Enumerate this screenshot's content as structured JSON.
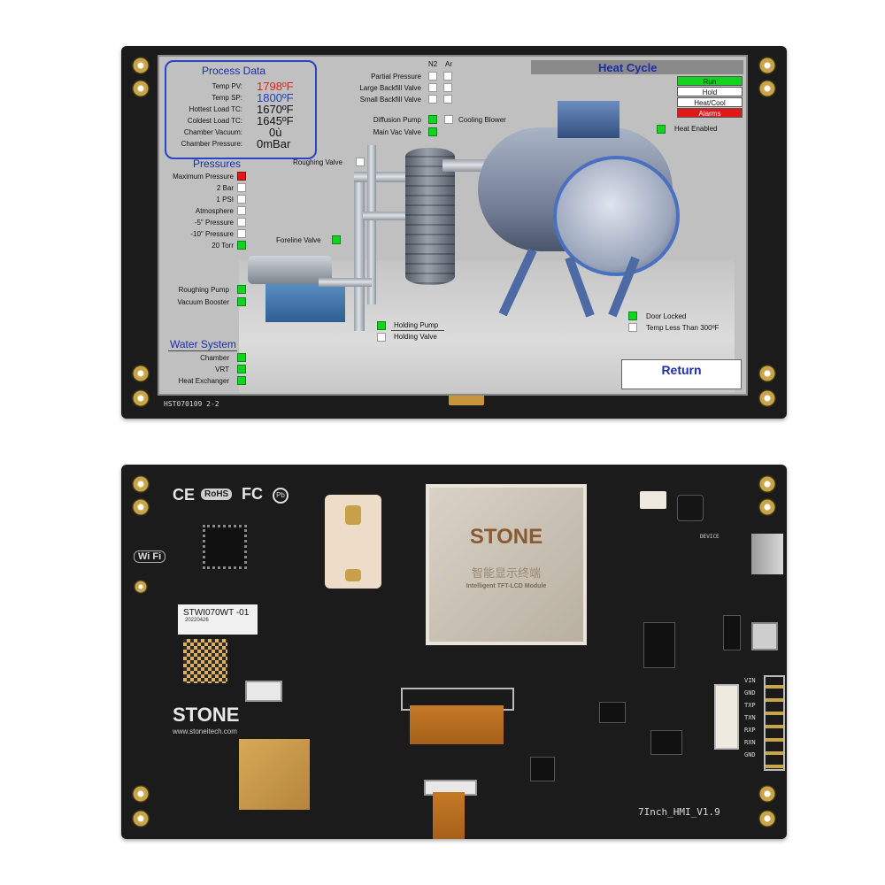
{
  "screen": {
    "process_data": {
      "title": "Process Data",
      "rows": [
        {
          "label": "Temp PV:",
          "value": "1798ºF"
        },
        {
          "label": "Temp SP:",
          "value": "1800ºF"
        },
        {
          "label": "Hottest Load TC:",
          "value": "1670ºF"
        },
        {
          "label": "Coldest Load TC:",
          "value": "1645ºF"
        },
        {
          "label": "Chamber Vacuum:",
          "value": "0ù"
        },
        {
          "label": "Chamber Pressure:",
          "value": "0mBar"
        }
      ]
    },
    "pressures": {
      "title": "Pressures",
      "items": [
        "Maximum Pressure",
        "2 Bar",
        "1 PSI",
        "Atmosphere",
        "-5\" Pressure",
        "-10\" Pressure",
        "20 Torr"
      ]
    },
    "pumps": [
      "Roughing Pump",
      "Vacuum Booster"
    ],
    "water_system": {
      "title": "Water System",
      "items": [
        "Chamber",
        "VRT",
        "Heat Exchanger"
      ]
    },
    "gas": {
      "col_n2": "N2",
      "col_ar": "Ar",
      "items": [
        "Partial Pressure",
        "Large Backfill Valve",
        "Small Backfill Valve"
      ]
    },
    "valves": {
      "diffusion_pump": "Diffusion Pump",
      "cooling_blower": "Cooling Blower",
      "main_vac_valve": "Main Vac Valve",
      "roughing_valve": "Roughing Valve",
      "foreline_valve": "Foreline Valve",
      "holding_pump": "Holding Pump",
      "holding_valve": "Holding Valve"
    },
    "heat_cycle": {
      "title": "Heat Cycle",
      "modes": [
        "Run",
        "Hold",
        "Heat/Cool",
        "Alarms"
      ],
      "heat_enabled": "Heat Enabled"
    },
    "door_locked": "Door Locked",
    "temp_less": "Temp Less Than 300ºF",
    "return_button": "Return",
    "colors": {
      "on": "#12d41e",
      "alarm": "#e01818",
      "title_blue": "#1a2ea8",
      "pv_red": "#e02020"
    }
  },
  "front_board": {
    "silkscreen": "HST070109 2-2"
  },
  "back_board": {
    "cert_marks": [
      "CE",
      "RoHS",
      "FC"
    ],
    "wifi": "Wi Fi",
    "label_model": "STWI070WT -01",
    "label_date": "20220426",
    "brand": "STONE",
    "website": "www.stoneitech.com",
    "module_brand": "STONE",
    "module_cn": "智能显示终端",
    "module_sub": "Intelligent TFT-LCD Module",
    "version": "7Inch_HMI_V1.9",
    "device": "DEVICE",
    "pins": [
      "VIN",
      "GND",
      "TXP",
      "TXN",
      "RXP",
      "RXN",
      "GND"
    ]
  }
}
